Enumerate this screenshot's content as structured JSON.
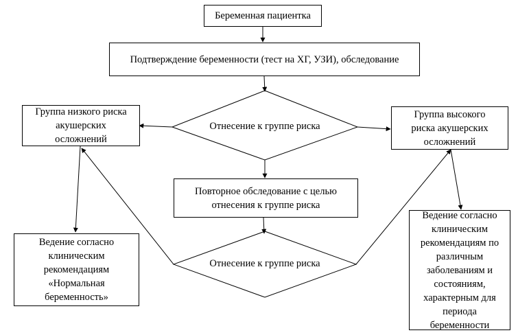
{
  "nodes": {
    "patient": "Беременная пациентка",
    "confirmation": "Подтверждение беременности (тест на ХГ, УЗИ), обследование",
    "risk_assessment_1": "Отнесение к группе риска",
    "low_risk": "Группа низкого риска\nакушерских\nосложнений",
    "high_risk": "Группа высокого\nриска акушерских\nосложнений",
    "reexamination": "Повторное обследование с целью\nотнесения к группе риска",
    "risk_assessment_2": "Отнесение к группе риска",
    "management_normal": "Ведение согласно\nклиническим\nрекомендациям\n«Нормальная\nбеременность»",
    "management_diseases": "Ведение согласно\nклиническим\nрекомендациям по\nразличным\nзаболеваниям и\nсостояниям,\nхарактерным для\nпериода\nбеременности"
  },
  "colors": {
    "stroke": "#000000",
    "background": "#ffffff"
  }
}
